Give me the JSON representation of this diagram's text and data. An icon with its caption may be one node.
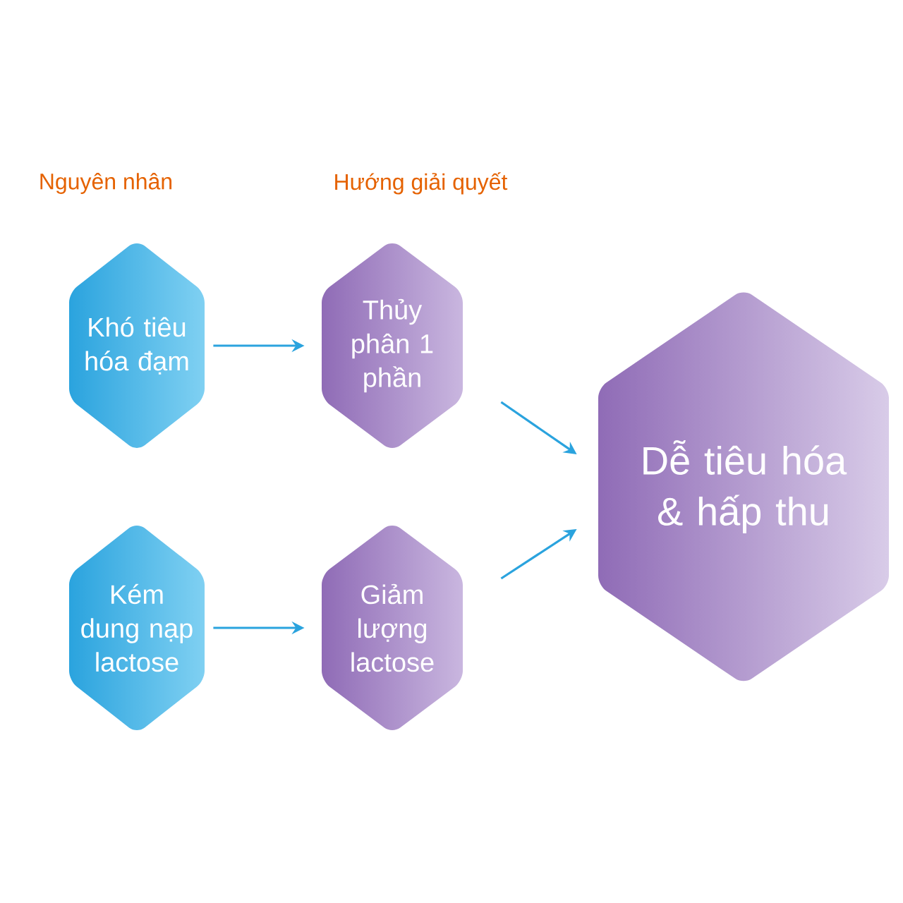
{
  "diagram": {
    "nodes": [
      {
        "text": [
          "Khó tiêu hóa đạm"
        ]
      },
      {
        "text": [
          "Thủy phân 1 phần"
        ]
      },
      {
        "text": [
          "Kém dung nạp lactose"
        ]
      },
      {
        "text": [
          "Giảm lượng lactose"
        ]
      },
      {
        "text": [
          "Dễ tiêu hóa & hấp thu"
        ]
      }
    ],
    "edges": [
      {
        "from": 0,
        "to": 1,
        "arrow": "to"
      },
      {
        "from": 2,
        "to": 3,
        "arrow": "to"
      },
      {
        "from": 1,
        "to": 4,
        "arrow": "to"
      },
      {
        "from": 3,
        "to": 4,
        "arrow": "to"
      }
    ],
    "labels": [
      "Nguyên nhân",
      "Hướng giải quyết"
    ]
  }
}
